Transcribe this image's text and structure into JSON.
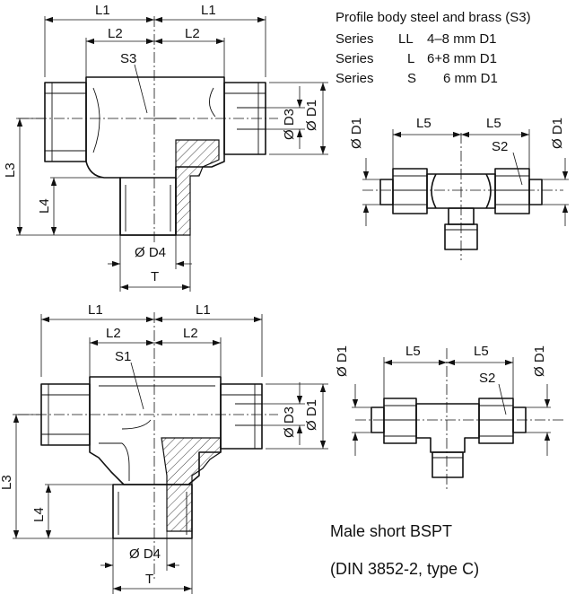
{
  "spec": {
    "line1": "Profile body steel and brass (S3)",
    "rows": [
      {
        "series": "Series",
        "code": "LL",
        "range": "4–8 mm D1"
      },
      {
        "series": "Series",
        "code": "L",
        "range": "6+8 mm D1"
      },
      {
        "series": "Series",
        "code": "S",
        "range": "6 mm D1"
      }
    ]
  },
  "dims": {
    "L1": "L1",
    "L2": "L2",
    "L3": "L3",
    "L4": "L4",
    "L5": "L5",
    "D1": "Ø D1",
    "D3": "Ø D3",
    "D4": "Ø D4",
    "T": "T",
    "S1": "S1",
    "S2": "S2",
    "S3": "S3"
  },
  "caption": {
    "line1": "Male short BSPT",
    "line2": "(DIN 3852-2, type C)"
  }
}
